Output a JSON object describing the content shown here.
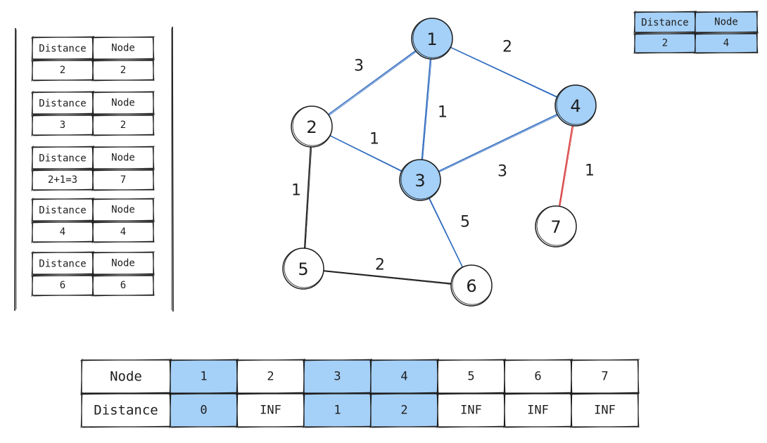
{
  "colors": {
    "highlight": "#a5d0f7",
    "stroke": "#1e1e1e",
    "blue_edge": "#2f6bbf",
    "red_edge": "#d63a3a"
  },
  "stack_tables": [
    {
      "header": [
        "Distance",
        "Node"
      ],
      "row": [
        "2",
        "2"
      ]
    },
    {
      "header": [
        "Distance",
        "Node"
      ],
      "row": [
        "3",
        "2"
      ]
    },
    {
      "header": [
        "Distance",
        "Node"
      ],
      "row": [
        "2+1=3",
        "7"
      ]
    },
    {
      "header": [
        "Distance",
        "Node"
      ],
      "row": [
        "4",
        "4"
      ]
    },
    {
      "header": [
        "Distance",
        "Node"
      ],
      "row": [
        "6",
        "6"
      ]
    }
  ],
  "top_right_table": {
    "header": [
      "Distance",
      "Node"
    ],
    "row": [
      "2",
      "4"
    ],
    "highlighted": true
  },
  "graph": {
    "nodes": [
      {
        "id": "1",
        "label": "1",
        "visited": true
      },
      {
        "id": "2",
        "label": "2",
        "visited": false
      },
      {
        "id": "3",
        "label": "3",
        "visited": true
      },
      {
        "id": "4",
        "label": "4",
        "visited": true
      },
      {
        "id": "5",
        "label": "5",
        "visited": false
      },
      {
        "id": "6",
        "label": "6",
        "visited": false
      },
      {
        "id": "7",
        "label": "7",
        "visited": false
      }
    ],
    "edges": [
      {
        "from": "1",
        "to": "2",
        "weight": "3",
        "color": "blue"
      },
      {
        "from": "1",
        "to": "4",
        "weight": "2",
        "color": "blue"
      },
      {
        "from": "1",
        "to": "3",
        "weight": "1",
        "color": "blue"
      },
      {
        "from": "2",
        "to": "3",
        "weight": "1",
        "color": "blue"
      },
      {
        "from": "3",
        "to": "4",
        "weight": "3",
        "color": "blue"
      },
      {
        "from": "4",
        "to": "7",
        "weight": "1",
        "color": "red"
      },
      {
        "from": "2",
        "to": "5",
        "weight": "1",
        "color": "black"
      },
      {
        "from": "3",
        "to": "6",
        "weight": "5",
        "color": "blue"
      },
      {
        "from": "5",
        "to": "6",
        "weight": "2",
        "color": "black"
      }
    ]
  },
  "distance_table": {
    "row_labels": [
      "Node",
      "Distance"
    ],
    "nodes": [
      "1",
      "2",
      "3",
      "4",
      "5",
      "6",
      "7"
    ],
    "distances": [
      "0",
      "INF",
      "1",
      "2",
      "INF",
      "INF",
      "INF"
    ],
    "highlighted": [
      true,
      false,
      true,
      true,
      false,
      false,
      false
    ]
  }
}
